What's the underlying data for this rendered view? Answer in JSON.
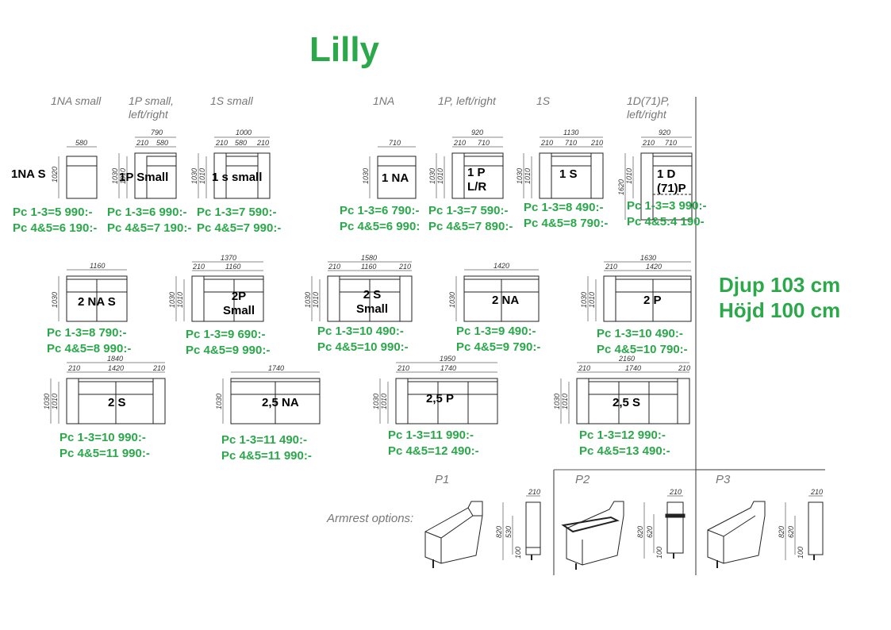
{
  "title": "Lilly",
  "row1": {
    "labels": [
      {
        "name": "1na-small",
        "text": "1NA small"
      },
      {
        "name": "1p-small",
        "text": "1P small,\nleft/right"
      },
      {
        "name": "1s-small",
        "text": "1S small"
      },
      {
        "name": "1na",
        "text": "1NA"
      },
      {
        "name": "1p",
        "text": "1P, left/right"
      },
      {
        "name": "1s",
        "text": "1S"
      },
      {
        "name": "1d71p",
        "text": "1D(71)P,\nleft/right"
      }
    ],
    "codes": [
      "1NA S",
      "1P Small",
      "1 s small",
      "1 NA",
      "1 P\nL/R",
      "1 S",
      "1 D\n(71)P"
    ],
    "prices": [
      [
        "Pc 1-3=5 990:-",
        "Pc 4&5=6 190:-"
      ],
      [
        "Pc 1-3=6 990:-",
        "Pc 4&5=7 190:-"
      ],
      [
        "Pc 1-3=7 590:-",
        "Pc 4&5=7 990:-"
      ],
      [
        "Pc 1-3=6 790:-",
        "Pc 4&5=6 990:"
      ],
      [
        "Pc 1-3=7 590:-",
        "Pc 4&5=7 890:-"
      ],
      [
        "Pc 1-3=8 490:-",
        "Pc 4&5=8 790:-"
      ],
      [
        "Pc 1-3=3 990:-",
        "Pc 4&5:4 190-"
      ]
    ]
  },
  "row2": {
    "codes": [
      "2 NA S",
      "2P\nSmall",
      "2 S\nSmall",
      "2 NA",
      "2 P"
    ],
    "prices": [
      [
        "Pc 1-3=8 790:-",
        "Pc 4&5=8 990:-"
      ],
      [
        "Pc 1-3=9 690:-",
        "Pc 4&5=9 990:-"
      ],
      [
        "Pc 1-3=10 490:-",
        "Pc 4&5=10 990:-"
      ],
      [
        "Pc 1-3=9 490:-",
        "Pc 4&5=9 790:-"
      ],
      [
        "Pc 1-3=10 490:-",
        "Pc 4&5=10 790:-"
      ]
    ]
  },
  "row3": {
    "codes": [
      "2 S",
      "2,5 NA",
      "2,5 P",
      "2,5 S"
    ],
    "prices": [
      [
        "Pc 1-3=10 990:-",
        "Pc 4&5=11 990:-"
      ],
      [
        "Pc 1-3=11 490:-",
        "Pc 4&5=11 990:-"
      ],
      [
        "Pc 1-3=11 990:-",
        "Pc 4&5=12 490:-"
      ],
      [
        "Pc 1-3=12 990:-",
        "Pc 4&5=13 490:-"
      ]
    ]
  },
  "dimensions": {
    "depth": "Djup 103 cm",
    "height": "Höjd 100 cm"
  },
  "armrest": {
    "label": "Armrest options:",
    "options": [
      {
        "name": "P1"
      },
      {
        "name": "P2"
      },
      {
        "name": "P3"
      }
    ]
  },
  "drawing_dims": {
    "r1": [
      [
        "580"
      ],
      [
        "790",
        "210",
        "580"
      ],
      [
        "1000",
        "210",
        "580",
        "210"
      ],
      [
        "710"
      ],
      [
        "920",
        "210",
        "710"
      ],
      [
        "1130",
        "210",
        "710",
        "210"
      ],
      [
        "920",
        "210",
        "710"
      ]
    ],
    "r1v": [
      [
        "1020"
      ],
      [
        "1030",
        "1010"
      ],
      [
        "1030",
        "1010"
      ],
      [
        "1030"
      ],
      [
        "1030",
        "1010"
      ],
      [
        "1030",
        "1010"
      ],
      [
        "1620",
        "1010"
      ]
    ],
    "r2": [
      [
        "1160"
      ],
      [
        "1370",
        "210",
        "1160"
      ],
      [
        "1580",
        "210",
        "1160",
        "210"
      ],
      [
        "1420"
      ],
      [
        "1630",
        "210",
        "1420"
      ]
    ],
    "r3": [
      [
        "1840",
        "210",
        "1420",
        "210"
      ],
      [
        "1740"
      ],
      [
        "1950",
        "210",
        "1740"
      ],
      [
        "2160",
        "210",
        "1740",
        "210"
      ]
    ],
    "vert": [
      "1030",
      "1010"
    ],
    "arm": [
      "210",
      "820",
      "530",
      "100",
      "210",
      "820",
      "620",
      "100",
      "210",
      "820",
      "620",
      "100"
    ]
  }
}
